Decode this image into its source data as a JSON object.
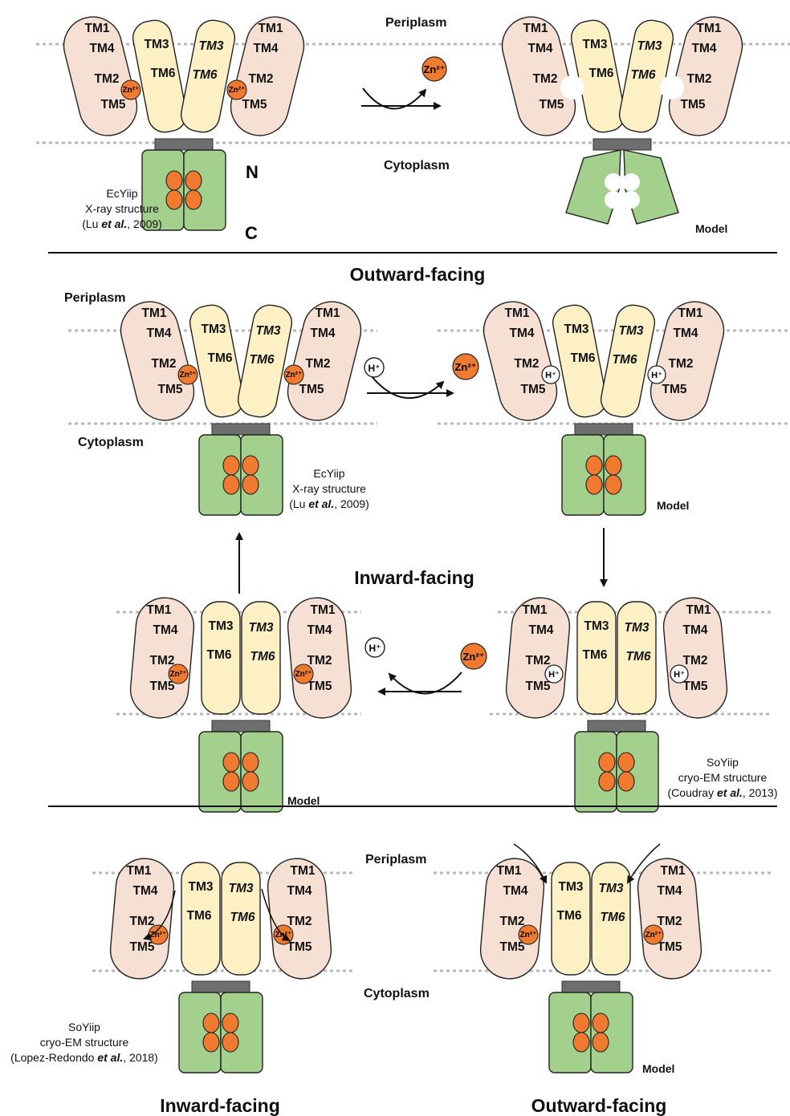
{
  "labels": {
    "periplasm": "Periplasm",
    "cytoplasm": "Cytoplasm",
    "outward_facing": "Outward-facing",
    "inward_facing": "Inward-facing",
    "model": "Model",
    "n_term": "N",
    "c_term": "C"
  },
  "helices": {
    "tm1": "TM1",
    "tm2": "TM2",
    "tm3": "TM3",
    "tm4": "TM4",
    "tm5": "TM5",
    "tm6": "TM6"
  },
  "ions": {
    "zinc": "Zn²⁺",
    "proton": "H⁺"
  },
  "captions": {
    "ecyiip": {
      "line1": "EcYiip",
      "line2": "X-ray structure",
      "line3_pre": "(Lu ",
      "line3_em": "et al.",
      "line3_post": ", 2009)"
    },
    "soyiip_2013": {
      "line1": "SoYiip",
      "line2": "cryo-EM structure",
      "line3_pre": "(Coudray ",
      "line3_em": "et al.",
      "line3_post": ", 2013)"
    },
    "soyiip_2018": {
      "line1": "SoYiip",
      "line2": "cryo-EM structure",
      "line3_pre": "(Lopez-Redondo ",
      "line3_em": "et al.",
      "line3_post": ", 2018)"
    }
  },
  "colors": {
    "tm_outer": "#f6dfd3",
    "tm_inner": "#fdf0c4",
    "ctd": "#a3d08c",
    "zinc": "#f07a30",
    "linker": "#6e6e6e",
    "membrane_line": "#b8b8b8"
  }
}
